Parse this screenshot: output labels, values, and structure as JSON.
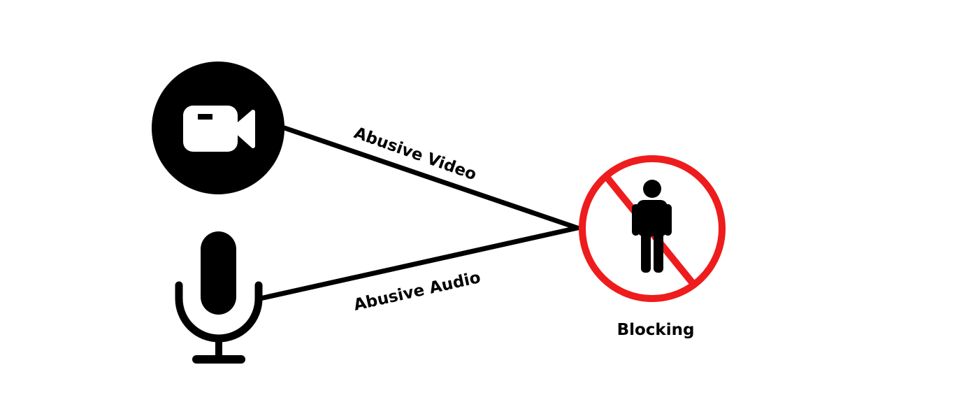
{
  "edges": {
    "video_label": "Abusive Video",
    "audio_label": "Abusive Audio"
  },
  "target": {
    "label": "Blocking"
  },
  "icons": {
    "video": "video-camera-icon",
    "audio": "microphone-icon",
    "target": "blocked-person-icon"
  },
  "colors": {
    "ink": "#000000",
    "block_red": "#ee1c1c",
    "background": "#ffffff"
  }
}
